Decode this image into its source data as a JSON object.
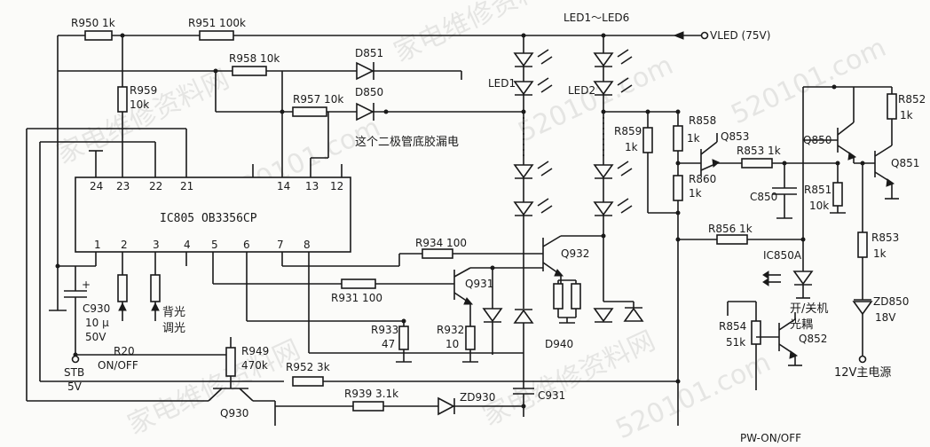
{
  "watermark": {
    "site_a": "520101.com",
    "site_b": "家电维修资料网",
    "site_c": "家电维修资料网",
    "site_d": "520101.com",
    "site_e": "家电维修资料网"
  },
  "labels": {
    "r950": "R950 1k",
    "r951": "R951 100k",
    "r958": "R958 10k",
    "r957": "R957 10k",
    "r959a": "R959",
    "r959b": "10k",
    "d851": "D851",
    "d850": "D850",
    "led_range": "LED1～LED6",
    "vled": "VLED (75V)",
    "led1": "LED1",
    "led2": "LED2",
    "note": "这个二极管底胶漏电",
    "ic": "IC805 OB3356CP",
    "pin24": "24",
    "pin23": "23",
    "pin22": "22",
    "pin21": "21",
    "pin14": "14",
    "pin13": "13",
    "pin12": "12",
    "pin1": "1",
    "pin2": "2",
    "pin3": "3",
    "pin4": "4",
    "pin5": "5",
    "pin6": "6",
    "pin7": "7",
    "pin8": "8",
    "r934": "R934 100",
    "q932": "Q932",
    "r931": "R931 100",
    "q931": "Q931",
    "r933a": "R933",
    "r933b": "47",
    "r932a": "R932",
    "r932b": "10",
    "d940": "D940",
    "c931": "C931",
    "c930a": "C930",
    "c930b": "10 μ",
    "c930c": "50V",
    "backlight_a": "背光",
    "backlight_b": "调光",
    "r20a": "R20",
    "r20b": "ON/OFF",
    "stb_a": "STB",
    "stb_b": "5V",
    "r949a": "R949",
    "r949b": "470k",
    "r952": "R952 3k",
    "q930": "Q930",
    "r939": "R939 3.1k",
    "zd930": "ZD930",
    "r859a": "R859",
    "r859b": "1k",
    "r858a": "R858",
    "r858b": "1k",
    "q853": "Q853",
    "r853h": "R853 1k",
    "r860a": "R860",
    "r860b": "1k",
    "c850": "C850",
    "r851a": "R851",
    "r851b": "10k",
    "q850": "Q850",
    "q851": "Q851",
    "r852a": "R852",
    "r852b": "1k",
    "r853va": "R853",
    "r853vb": "1k",
    "r856": "R856 1k",
    "ic850a": "IC850A",
    "opto_a": "开/关机",
    "opto_b": "光耦",
    "r854a": "R854",
    "r854b": "51k",
    "q852": "Q852",
    "zd850a": "ZD850",
    "zd850b": "18V",
    "v12": "12V主电源",
    "pwon": "PW-ON/OFF"
  }
}
